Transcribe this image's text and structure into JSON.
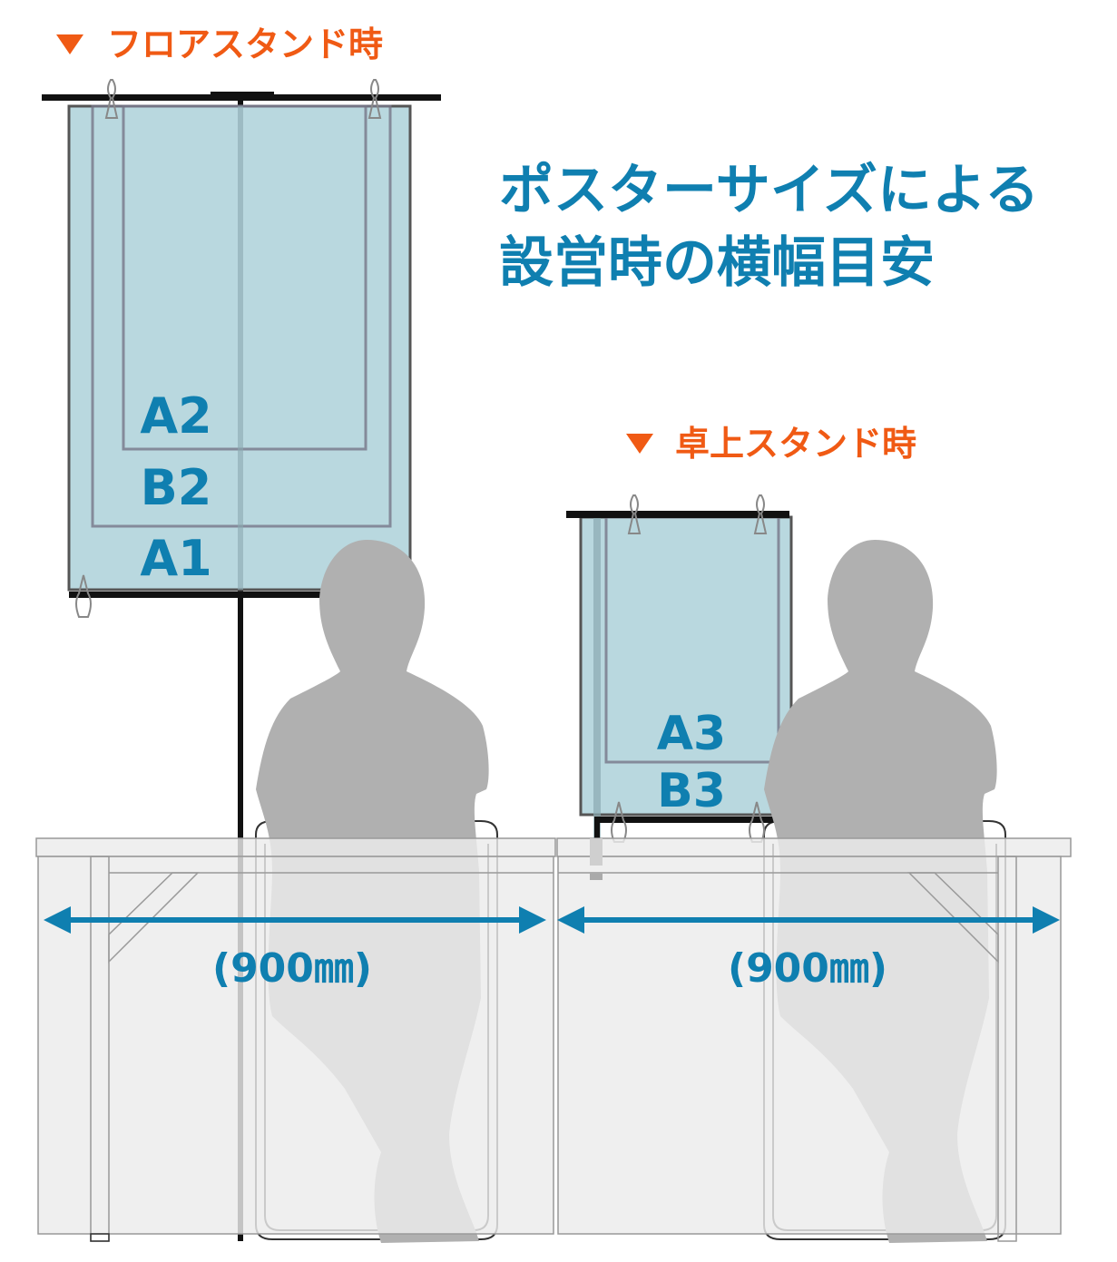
{
  "title": {
    "line1": "ポスターサイズによる",
    "line2": "設営時の横幅目安"
  },
  "floor_stand": {
    "heading": "フロアスタンド時",
    "marker": "▼",
    "sizes": [
      "A2",
      "B2",
      "A1"
    ]
  },
  "table_stand": {
    "heading": "卓上スタンド時",
    "marker": "▼",
    "sizes": [
      "A3",
      "B3"
    ]
  },
  "dimensions": {
    "left": "(900㎜)",
    "right": "(900㎜)"
  },
  "colors": {
    "accent_orange": "#f05a14",
    "title_blue": "#0f7fb0",
    "poster_fill": "#b9d8df",
    "silhouette": "#b0b0b0",
    "table": "#ececec"
  }
}
